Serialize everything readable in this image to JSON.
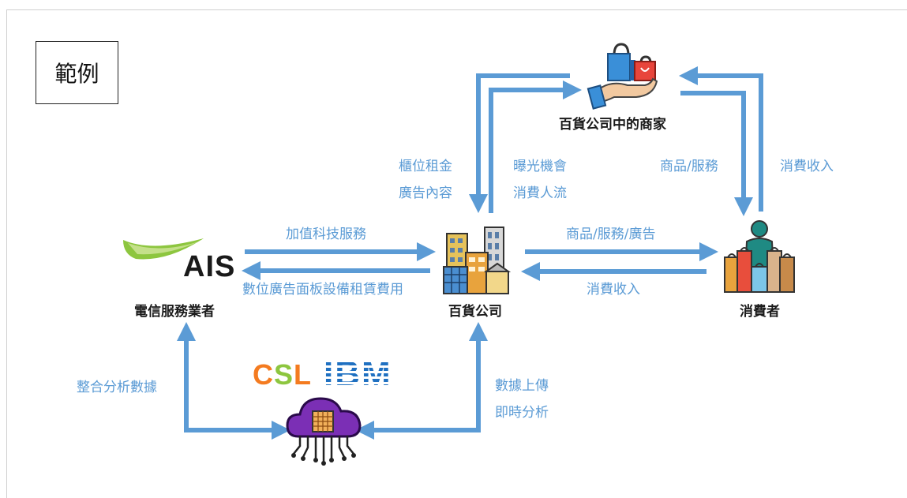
{
  "example_label": "範例",
  "nodes": {
    "merchant": "百貨公司中的商家",
    "telecom": "電信服務業者",
    "department_store": "百貨公司",
    "consumer": "消費者"
  },
  "logos": {
    "ais": "AIS",
    "csl_c": "C",
    "csl_s": "S",
    "csl_l": "L",
    "ibm": "IBM"
  },
  "flows": {
    "store_to_merchant_1": "櫃位租金",
    "store_to_merchant_2": "廣告內容",
    "merchant_to_store_1": "曝光機會",
    "merchant_to_store_2": "消費人流",
    "merchant_to_consumer": "商品/服務",
    "consumer_to_merchant": "消費收入",
    "telecom_to_store": "加值科技服務",
    "store_to_telecom": "數位廣告面板設備租賃費用",
    "store_to_consumer": "商品/服務/廣告",
    "consumer_to_store": "消費收入",
    "cloud_telecom": "整合分析數據",
    "cloud_store_1": "數據上傳",
    "cloud_store_2": "即時分析"
  },
  "colors": {
    "arrow": "#5b9bd5",
    "label": "#5b9bd5",
    "ais_green": "#8dc63f",
    "csl_orange": "#f47b20",
    "ibm_blue": "#1f70c1",
    "cloud_purple": "#6a1b9a"
  },
  "icons": [
    "shopping-hand-icon",
    "ais-logo",
    "buildings-icon",
    "shoppers-icon",
    "csl-logo",
    "ibm-logo",
    "cloud-chip-icon"
  ]
}
